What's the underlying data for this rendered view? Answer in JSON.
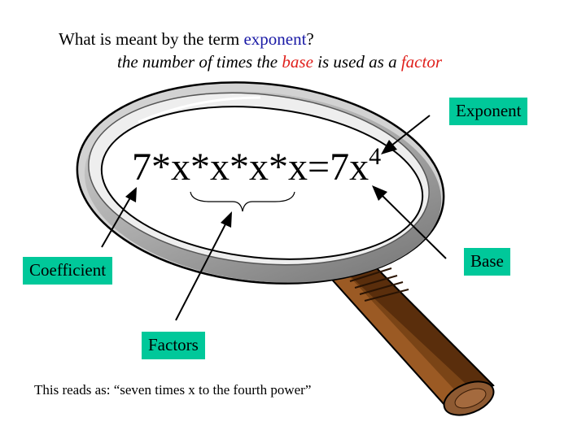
{
  "question": {
    "prefix": "What is meant by the term ",
    "highlight": "exponent",
    "suffix": "?"
  },
  "definition": {
    "part1": "the number of times the ",
    "highlight1": "base",
    "part2": " is used as a ",
    "highlight2": "factor"
  },
  "equation": {
    "main": "7*x*x*x*x=7x",
    "superscript": "4"
  },
  "labels": {
    "exponent": "Exponent",
    "coefficient": "Coefficient",
    "base": "Base",
    "factors": "Factors"
  },
  "reading": "This reads as: “seven times x to the fourth power”",
  "colors": {
    "label_background": "#00c89a",
    "highlight_blue": "#1a1aa6",
    "highlight_red": "#e0201c",
    "handle_brown": "#7a4416"
  },
  "icons": {
    "magnifier": "magnifying-glass-icon"
  }
}
